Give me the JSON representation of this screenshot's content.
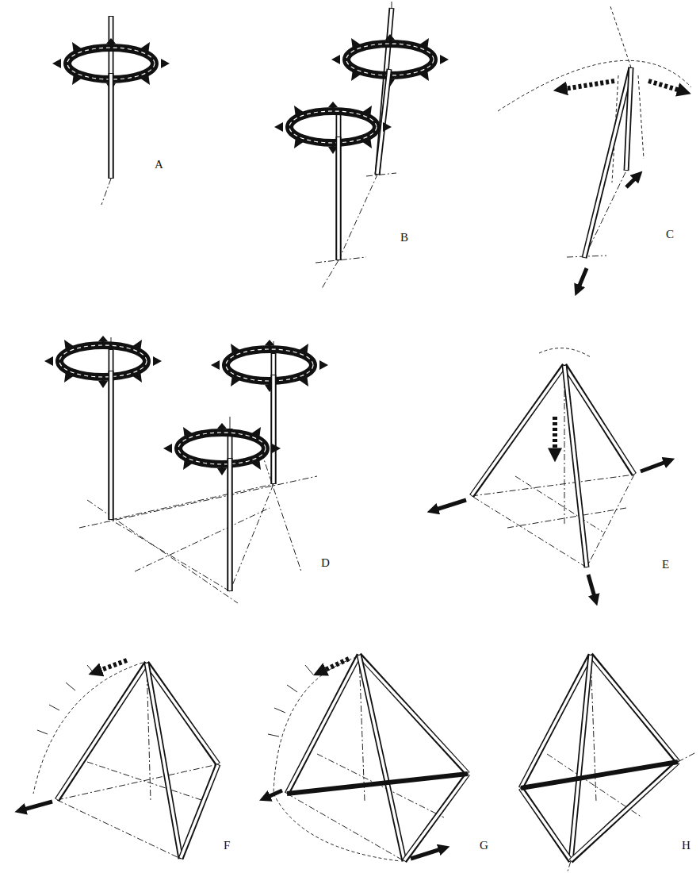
{
  "diagram": {
    "labels": [
      "A",
      "B",
      "C",
      "D",
      "E",
      "F",
      "G",
      "H"
    ]
  }
}
